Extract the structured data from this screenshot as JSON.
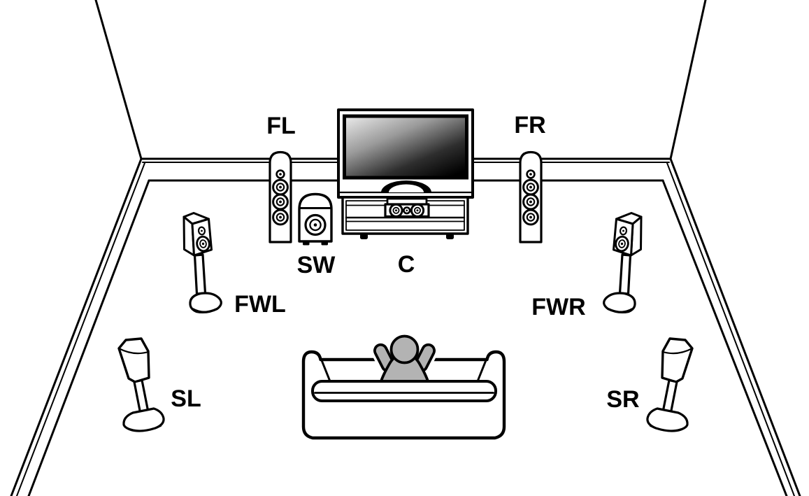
{
  "diagram": {
    "kind": "speaker-placement-diagram"
  },
  "labels": {
    "front_left": "FL",
    "front_right": "FR",
    "subwoofer": "SW",
    "center": "C",
    "front_wide_left": "FWL",
    "front_wide_right": "FWR",
    "surround_left": "SL",
    "surround_right": "SR"
  },
  "components": [
    {
      "id": "front_left",
      "label": "FL",
      "icon": "tower-speaker-icon"
    },
    {
      "id": "front_right",
      "label": "FR",
      "icon": "tower-speaker-icon"
    },
    {
      "id": "subwoofer",
      "label": "SW",
      "icon": "subwoofer-icon"
    },
    {
      "id": "center",
      "label": "C",
      "icon": "center-speaker-icon"
    },
    {
      "id": "front_wide_left",
      "label": "FWL",
      "icon": "bookshelf-speaker-on-stand-icon"
    },
    {
      "id": "front_wide_right",
      "label": "FWR",
      "icon": "bookshelf-speaker-on-stand-icon"
    },
    {
      "id": "surround_left",
      "label": "SL",
      "icon": "surround-speaker-on-stand-icon"
    },
    {
      "id": "surround_right",
      "label": "SR",
      "icon": "surround-speaker-on-stand-icon"
    }
  ],
  "scene": {
    "tv": "tv-icon",
    "tv_rack": "tv-rack-icon",
    "sofa": "sofa-icon",
    "listener": "person-icon",
    "room": "room-outline"
  },
  "colors": {
    "outline": "#000000",
    "background": "#ffffff",
    "listener_fill": "#b3b3b3",
    "screen_gradient_start": "#ededed",
    "screen_gradient_mid1": "#9a9a9a",
    "screen_gradient_mid2": "#2e2e2e",
    "screen_gradient_end": "#000000"
  }
}
